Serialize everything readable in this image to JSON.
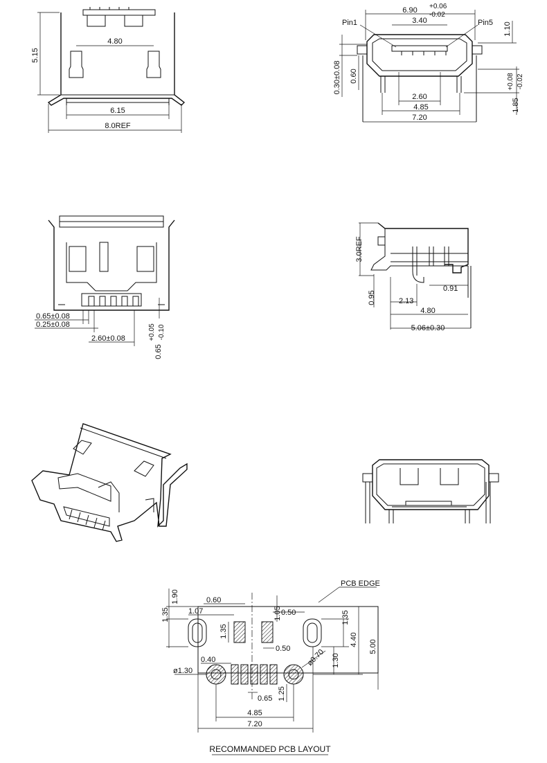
{
  "top_view": {
    "d_515": "5.15",
    "d_480": "4.80",
    "d_615": "6.15",
    "d_80ref": "8.0REF"
  },
  "front_view": {
    "d_690": "6.90",
    "tol_690_plus": "+0.06",
    "tol_690_minus": "-0.02",
    "d_340": "3.40",
    "pin1": "Pin1",
    "pin5": "Pin5",
    "d_110": "1.10",
    "d_030": "0.30±0.08",
    "d_060": "0.60",
    "d_260": "2.60",
    "d_485": "4.85",
    "d_720": "7.20",
    "d_185": "1.85",
    "tol_185_plus": "+0.08",
    "tol_185_minus": "-0.02"
  },
  "bottom_view": {
    "d_065": "0.65±0.08",
    "d_025": "0.25±0.08",
    "d_260": "2.60±0.08",
    "d_065v": "0.65",
    "tol_065v_plus": "+0.05",
    "tol_065v_minus": "-0.10"
  },
  "side_view": {
    "d_30ref": "3.0REF",
    "d_095": "0.95",
    "d_213": "2.13",
    "d_091": "0.91",
    "d_480": "4.80",
    "d_506": "5.06±0.30"
  },
  "pcb_layout": {
    "caption": "RECOMMANDED  PCB  LAYOUT",
    "pcb_edge": "PCB  EDGE",
    "d_190": "1.90",
    "d_135a": "1.35",
    "d_107": "1.07",
    "d_060": "0.60",
    "d_135b": "1.35",
    "d_105": "1.05",
    "d_050a": "0.50",
    "d_135c": "1.35",
    "d_440": "4.40",
    "d_500": "5.00",
    "d_050b": "0.50",
    "d_040": "0.40",
    "d_phi070": "ø0.70",
    "d_130": "1.30",
    "d_phi130": "ø1.30",
    "d_065": "0.65",
    "d_125": "1.25",
    "d_485": "4.85",
    "d_720": "7.20"
  }
}
